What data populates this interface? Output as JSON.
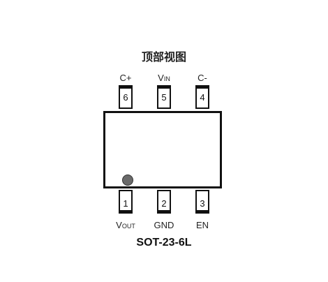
{
  "title": "顶部视图",
  "package": "SOT-23-6L",
  "pins_top": [
    {
      "number": "6",
      "label_main": "C+",
      "label_sub": ""
    },
    {
      "number": "5",
      "label_main": "V",
      "label_sub": "IN"
    },
    {
      "number": "4",
      "label_main": "C-",
      "label_sub": ""
    }
  ],
  "pins_bottom": [
    {
      "number": "1",
      "label_main": "V",
      "label_sub": "OUT"
    },
    {
      "number": "2",
      "label_main": "GND",
      "label_sub": ""
    },
    {
      "number": "3",
      "label_main": "EN",
      "label_sub": ""
    }
  ],
  "colors": {
    "outline": "#111111",
    "pin1_dot": "#6a6a6a"
  }
}
